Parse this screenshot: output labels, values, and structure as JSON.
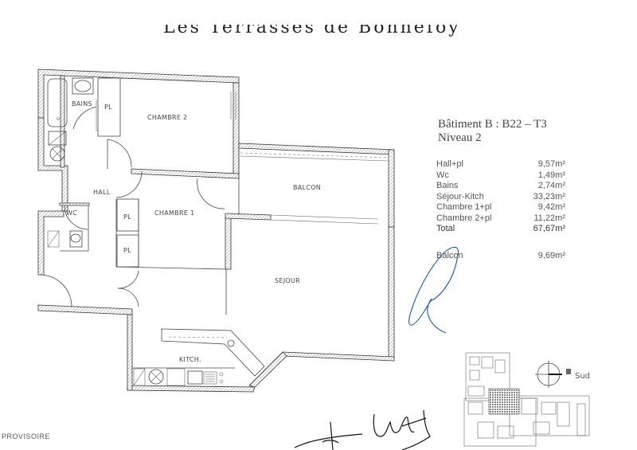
{
  "document": {
    "title": "Les Terrasses de Bonnefoy",
    "status_stamp": "PROVISOIRE"
  },
  "unit": {
    "building_line": "Bâtiment B : B22 – T3",
    "level_line": "Niveau 2"
  },
  "areas": {
    "rows": [
      {
        "label": "Hall+pl",
        "value": "9,57m²"
      },
      {
        "label": "Wc",
        "value": "1,49m²"
      },
      {
        "label": "Bains",
        "value": "2,74m²"
      },
      {
        "label": "Séjour-Kitch",
        "value": "33,23m²"
      },
      {
        "label": "Chambre 1+pl",
        "value": "9,42m²"
      },
      {
        "label": "Chambre 2+pl",
        "value": "11,22m²"
      }
    ],
    "total": {
      "label": "Total",
      "value": "67,67m²"
    },
    "balcony": {
      "label": "Balcon",
      "value": "9,69m²"
    }
  },
  "plan": {
    "rooms": {
      "bains": "BAINS",
      "pl_bains": "PL",
      "chambre2": "CHAMBRE  2",
      "hall": "HALL",
      "wc": "WC",
      "chambre1": "CHAMBRE  1",
      "pl1": "PL",
      "pl2": "PL",
      "balcon": "BALCON",
      "sejour": "SEJOUR",
      "kitchen": "KITCH."
    },
    "compass_label": "Sud",
    "ink_color": "#1a55b8",
    "wall_color": "#333333"
  }
}
